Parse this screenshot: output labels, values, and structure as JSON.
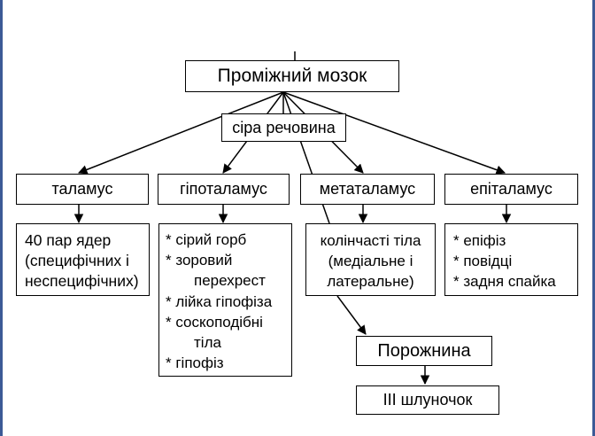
{
  "colors": {
    "frame": "#3c5a96",
    "line": "#000000",
    "background": "#ffffff"
  },
  "nodes": {
    "root": "Проміжний мозок",
    "grey_matter": "сіра речовина",
    "thalamus": "таламус",
    "hypothalamus": "гіпоталамус",
    "metathalamus": "метаталамус",
    "epithalamus": "епіталамус",
    "cavity": "Порожнина",
    "third_ventricle": "ІІІ шлуночок"
  },
  "details": {
    "thalamus": [
      "40 пар ядер",
      "(специфічних і",
      "неспецифічних)"
    ],
    "hypothalamus": [
      {
        "text": "* сірий горб",
        "indent": false
      },
      {
        "text": "* зоровий",
        "indent": false
      },
      {
        "text": "перехрест",
        "indent": true
      },
      {
        "text": "* лійка гіпофіза",
        "indent": false
      },
      {
        "text": "* соскоподібні",
        "indent": false
      },
      {
        "text": "тіла",
        "indent": true
      },
      {
        "text": "* гіпофіз",
        "indent": false
      }
    ],
    "metathalamus": [
      "колінчасті тіла",
      "(медіальне і",
      "латеральне)"
    ],
    "epithalamus": [
      "* епіфіз",
      "* повідці",
      "* задня спайка"
    ]
  }
}
